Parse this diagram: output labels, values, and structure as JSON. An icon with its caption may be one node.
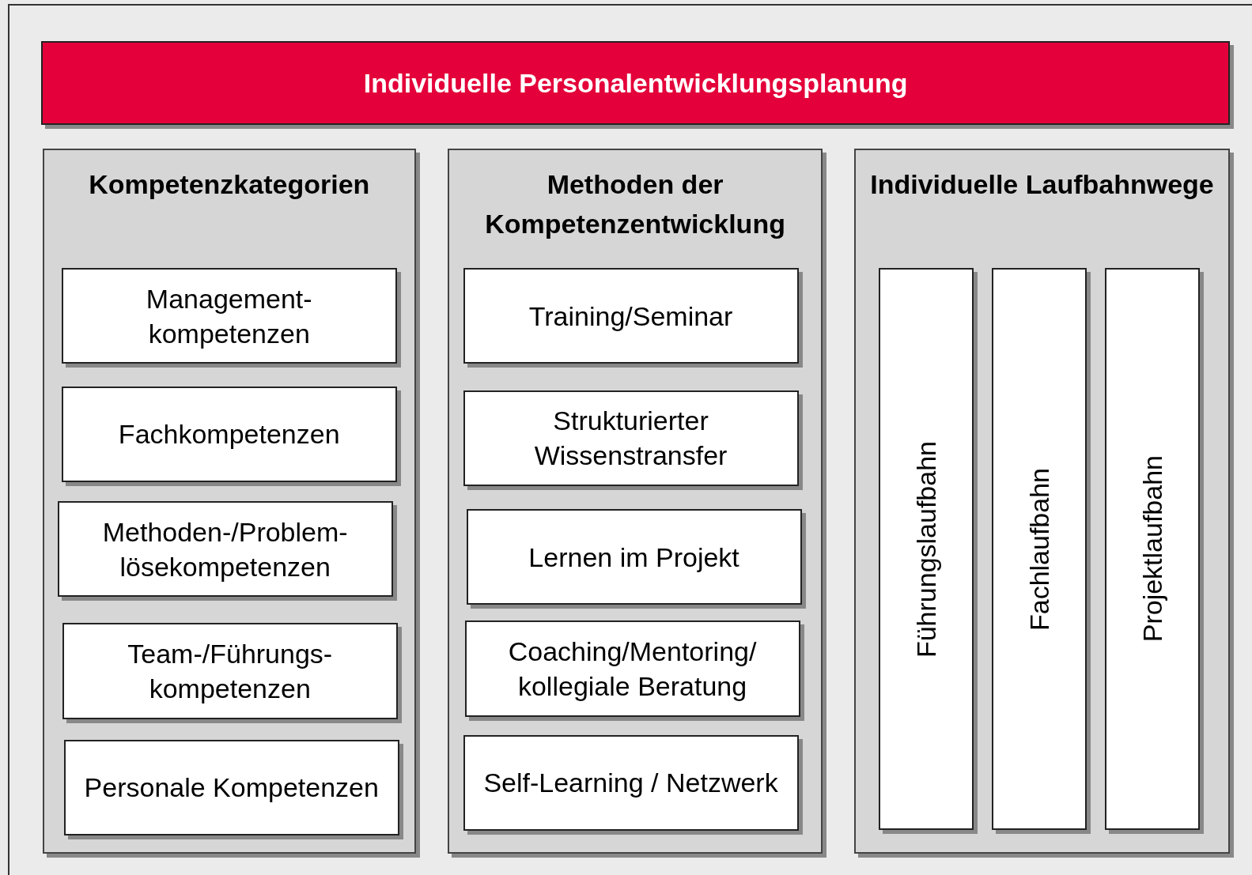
{
  "diagram": {
    "nodes": [
      {
        "text": [
          "Individuelle Personalentwicklungsplanung"
        ]
      },
      {
        "text": [
          "Kompetenzkategorien"
        ]
      },
      {
        "text": [
          "Management-kompetenzen"
        ],
        "in": 1
      },
      {
        "text": [
          "Fachkompetenzen"
        ],
        "in": 1
      },
      {
        "text": [
          "Methoden-/Problem-lösekompetenzen"
        ],
        "in": 1
      },
      {
        "text": [
          "Team-/Führungs-kompetenzen"
        ],
        "in": 1
      },
      {
        "text": [
          "Personale Kompetenzen"
        ],
        "in": 1
      },
      {
        "text": [
          "Methoden der Kompetenzentwicklung"
        ]
      },
      {
        "text": [
          "Training/Seminar"
        ],
        "in": 7
      },
      {
        "text": [
          "Strukturierter Wissenstransfer"
        ],
        "in": 7
      },
      {
        "text": [
          "Lernen im Projekt"
        ],
        "in": 7
      },
      {
        "text": [
          "Coaching/Mentoring/ kollegiale Beratung"
        ],
        "in": 7
      },
      {
        "text": [
          "Self-Learning / Netzwerk"
        ],
        "in": 7
      },
      {
        "text": [
          "Individuelle Laufbahnwege"
        ]
      },
      {
        "text": [
          "Führungslaufbahn"
        ],
        "in": 13
      },
      {
        "text": [
          "Fachlaufbahn"
        ],
        "in": 13
      },
      {
        "text": [
          "Projektlaufbahn"
        ],
        "in": 13
      }
    ]
  }
}
